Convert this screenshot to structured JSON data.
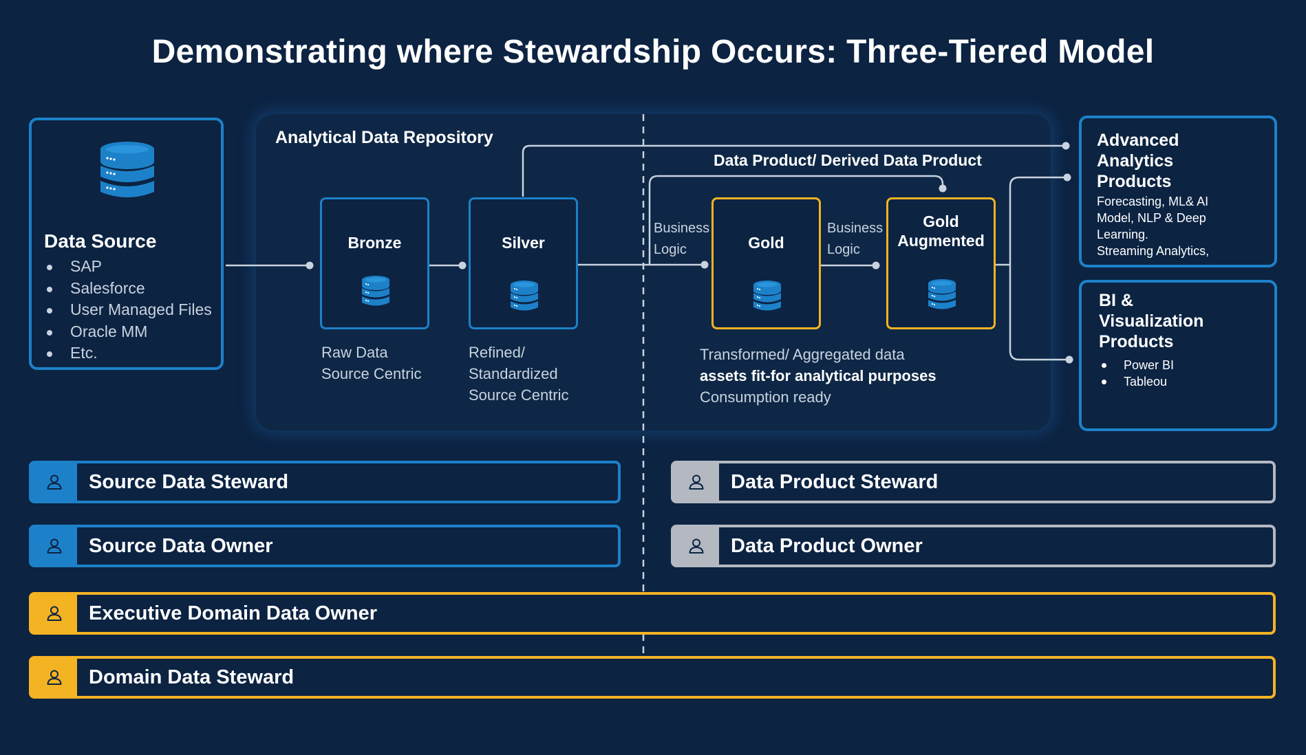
{
  "title": "Demonstrating where Stewardship Occurs: Three-Tiered Model",
  "data_source": {
    "title": "Data Source",
    "items": [
      "SAP",
      "Salesforce",
      "User Managed Files",
      "Oracle MM",
      "Etc."
    ],
    "icon": "database-icon"
  },
  "repository": {
    "title": "Analytical Data Repository",
    "data_product_label": "Data Product/ Derived Data Product",
    "tiers": {
      "bronze": {
        "label": "Bronze",
        "caption_1": "Raw Data",
        "caption_2": "Source Centric"
      },
      "silver": {
        "label": "Silver",
        "caption_1": "Refined/",
        "caption_2": "Standardized",
        "caption_3": "Source Centric"
      },
      "gold": {
        "label": "Gold"
      },
      "gold_augmented": {
        "label_1": "Gold",
        "label_2": "Augmented"
      }
    },
    "business_logic_1": [
      "Business",
      "Logic"
    ],
    "business_logic_2": [
      "Business",
      "Logic"
    ],
    "gold_caption": {
      "line_1": "Transformed/ Aggregated data",
      "line_2": "assets fit-for analytical purposes",
      "line_3": "Consumption ready"
    }
  },
  "products": {
    "advanced": {
      "title_lines": [
        "Advanced",
        "Analytics",
        "Products"
      ],
      "desc_lines": [
        "Forecasting, ML& AI",
        "Model, NLP & Deep",
        "Learning.",
        "Streaming Analytics,"
      ]
    },
    "bi": {
      "title_lines": [
        "BI &",
        "Visualization",
        "Products"
      ],
      "items": [
        "Power BI",
        "Tableou"
      ]
    }
  },
  "roles": {
    "source_data_steward": "Source Data Steward",
    "source_data_owner": "Source Data Owner",
    "data_product_steward": "Data Product Steward",
    "data_product_owner": "Data Product Owner",
    "executive_domain_data_owner": "Executive Domain Data Owner",
    "domain_data_steward": "Domain Data Steward"
  },
  "colors": {
    "background": "#0c2342",
    "source_blue": "#1d81c9",
    "gold": "#f4b323",
    "product_gray": "#b4b9c1",
    "connector": "#c9d3df"
  }
}
